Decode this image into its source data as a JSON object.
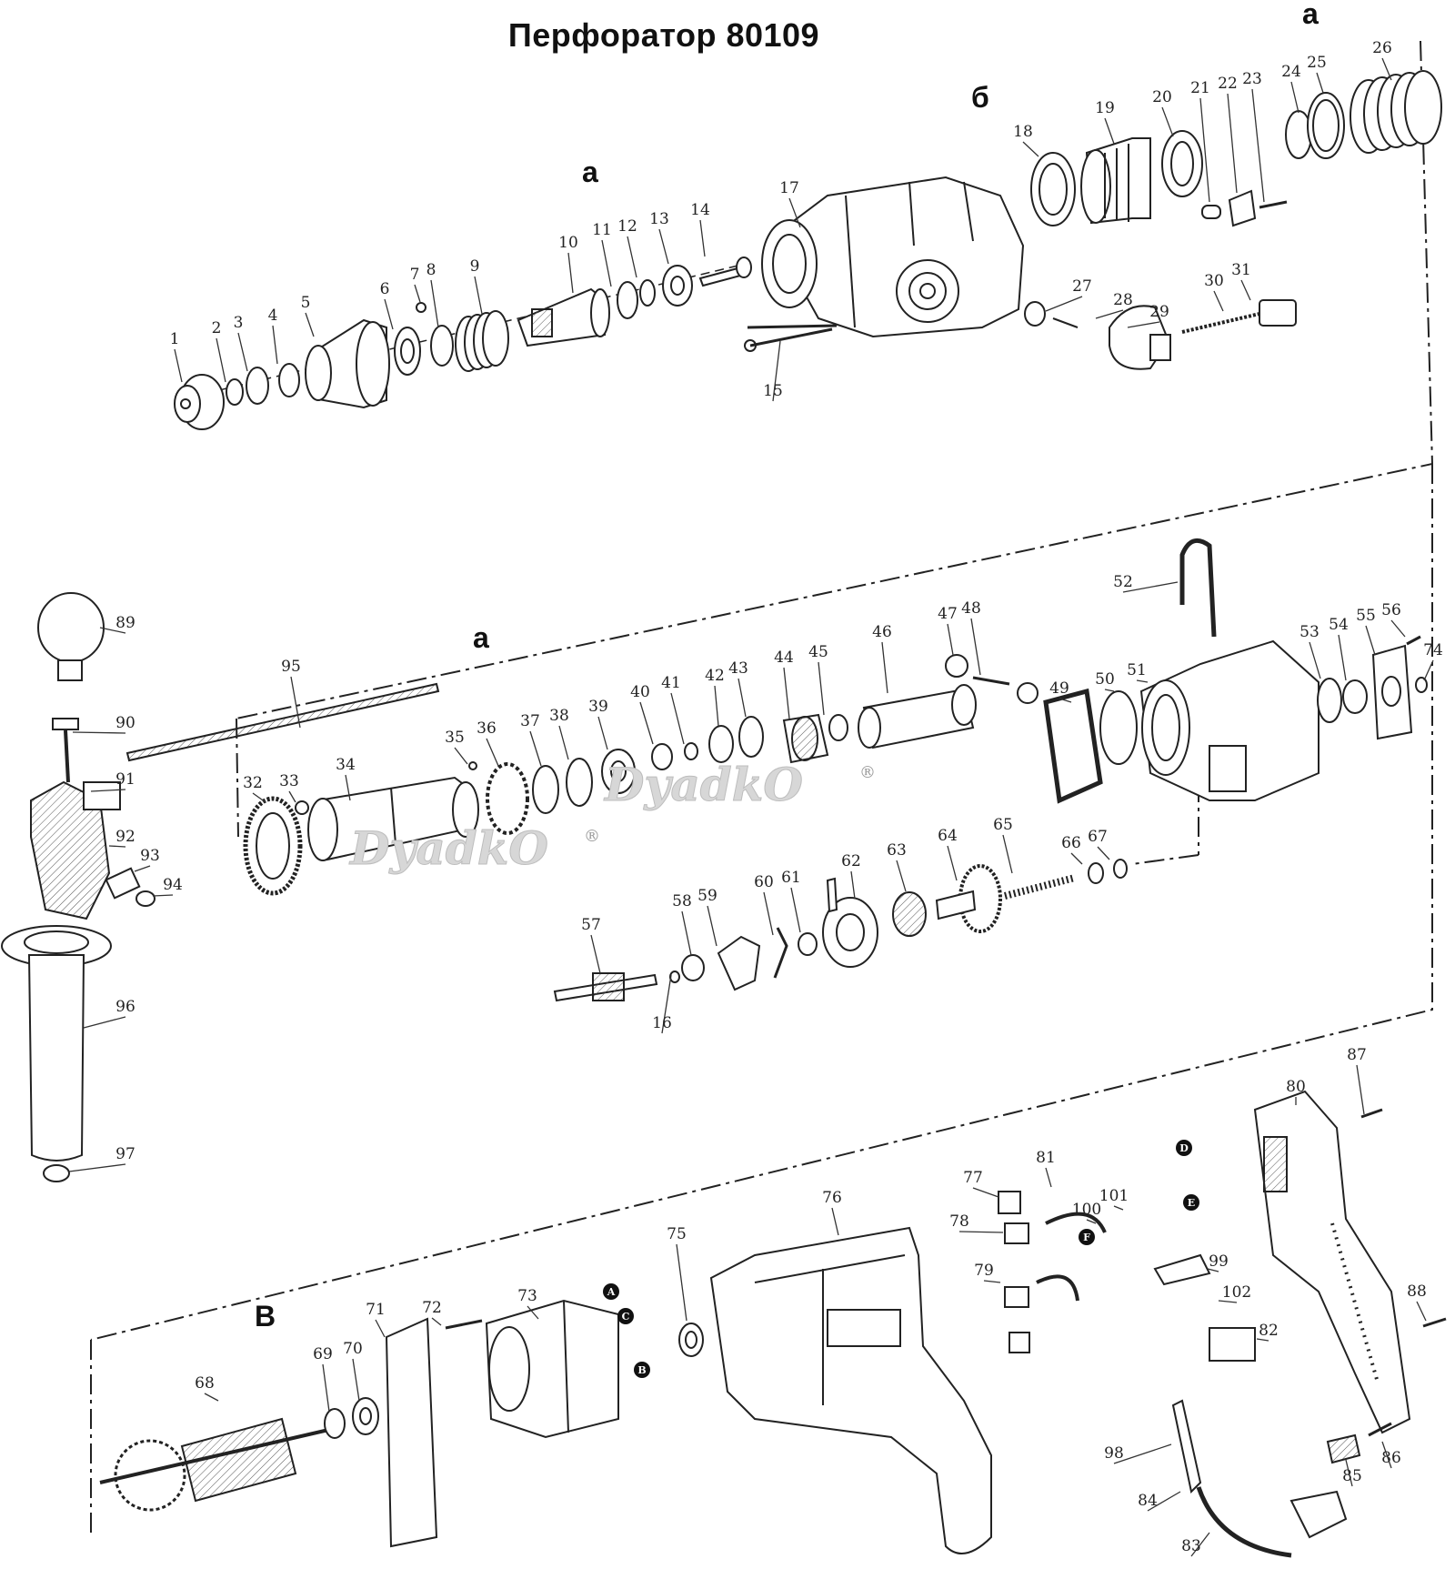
{
  "title": "Перфоратор 80109",
  "watermark": "DyadkO",
  "registered_mark": "®",
  "section_labels": {
    "a": "а",
    "b": "б",
    "v": "В"
  },
  "callouts": [
    "1",
    "2",
    "3",
    "4",
    "5",
    "6",
    "7",
    "8",
    "9",
    "10",
    "11",
    "12",
    "13",
    "14",
    "15",
    "16",
    "17",
    "18",
    "19",
    "20",
    "21",
    "22",
    "23",
    "24",
    "25",
    "26",
    "27",
    "28",
    "29",
    "30",
    "31",
    "32",
    "33",
    "34",
    "35",
    "36",
    "37",
    "38",
    "39",
    "40",
    "41",
    "42",
    "43",
    "44",
    "45",
    "46",
    "47",
    "48",
    "49",
    "50",
    "51",
    "52",
    "53",
    "54",
    "55",
    "56",
    "57",
    "58",
    "59",
    "60",
    "61",
    "62",
    "63",
    "64",
    "65",
    "66",
    "67",
    "68",
    "69",
    "70",
    "71",
    "72",
    "73",
    "74",
    "75",
    "76",
    "77",
    "78",
    "79",
    "80",
    "81",
    "82",
    "83",
    "84",
    "85",
    "86",
    "87",
    "88",
    "89",
    "90",
    "91",
    "92",
    "93",
    "94",
    "95",
    "96",
    "97",
    "98",
    "99",
    "100",
    "101",
    "102"
  ],
  "wire_markers": [
    "A",
    "B",
    "C",
    "D",
    "E",
    "F"
  ]
}
